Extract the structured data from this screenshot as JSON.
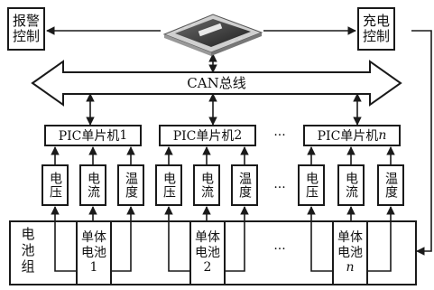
{
  "alarm_control": {
    "line1": "报警",
    "line2": "控制"
  },
  "charge_control": {
    "line1": "充电",
    "line2": "控制"
  },
  "bus_label": "CAN总线",
  "ellipsis": "···",
  "mcu": [
    {
      "prefix": "PIC单片机",
      "index": "1"
    },
    {
      "prefix": "PIC单片机",
      "index": "2"
    },
    {
      "prefix": "PIC单片机",
      "index": "n"
    }
  ],
  "sensors": {
    "voltage": "电压",
    "current": "电流",
    "temperature": "温度"
  },
  "battery_pack": {
    "line1": "电",
    "line2": "池",
    "line3": "组"
  },
  "cells": [
    {
      "line1": "单体",
      "line2": "电池",
      "index": "1"
    },
    {
      "line1": "单体",
      "line2": "电池",
      "index": "2"
    },
    {
      "line1": "单体",
      "line2": "电池",
      "index": "n"
    }
  ]
}
